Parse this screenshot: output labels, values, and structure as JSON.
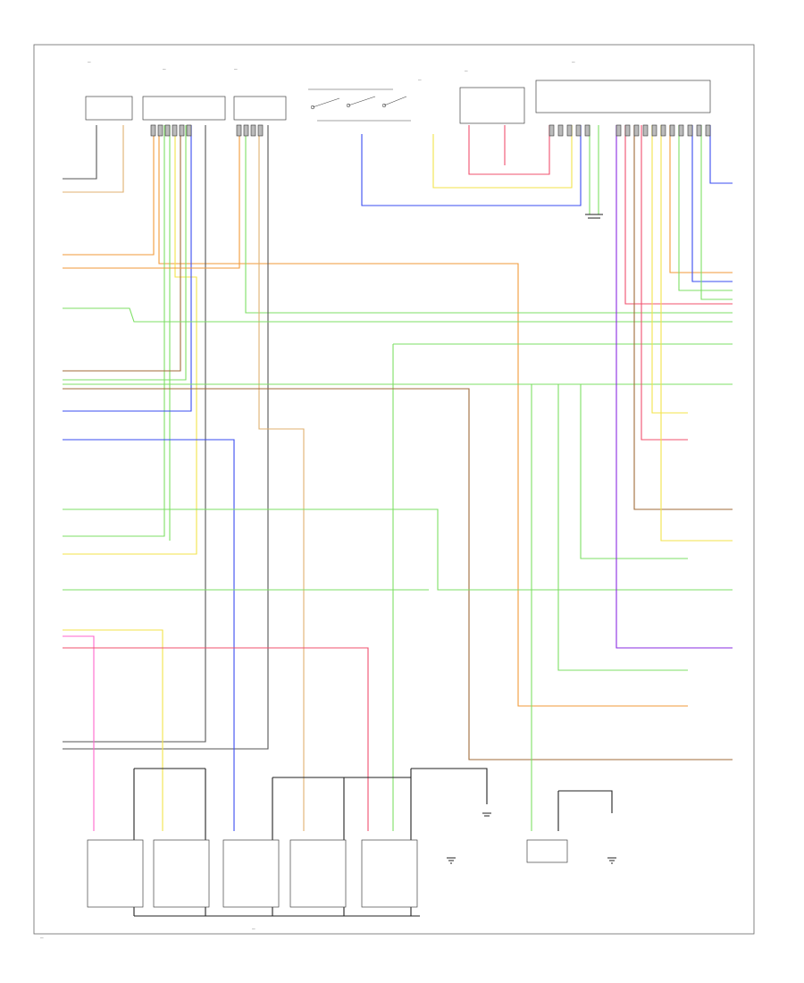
{
  "diagram": {
    "title": "",
    "footer_code": "—",
    "components_top": [
      {
        "id": "c1",
        "text": "—"
      },
      {
        "id": "c2",
        "text": "—"
      },
      {
        "id": "c3",
        "text": "—"
      },
      {
        "id": "c4",
        "text": "—"
      },
      {
        "id": "c5",
        "text": "—"
      },
      {
        "id": "c6",
        "text": "—"
      }
    ],
    "bottom_bus_label": "—",
    "colors": {
      "green": "#22c55e",
      "lightgreen": "#7ddf64",
      "orange": "#f29a3a",
      "yellow": "#f3e34a",
      "red": "#f0506e",
      "pink": "#ff66cc",
      "blue": "#3a4cf0",
      "purple": "#8a2be2",
      "brown": "#a06b3a",
      "tan": "#e0b070",
      "gray": "#555555",
      "black": "#222222"
    }
  }
}
